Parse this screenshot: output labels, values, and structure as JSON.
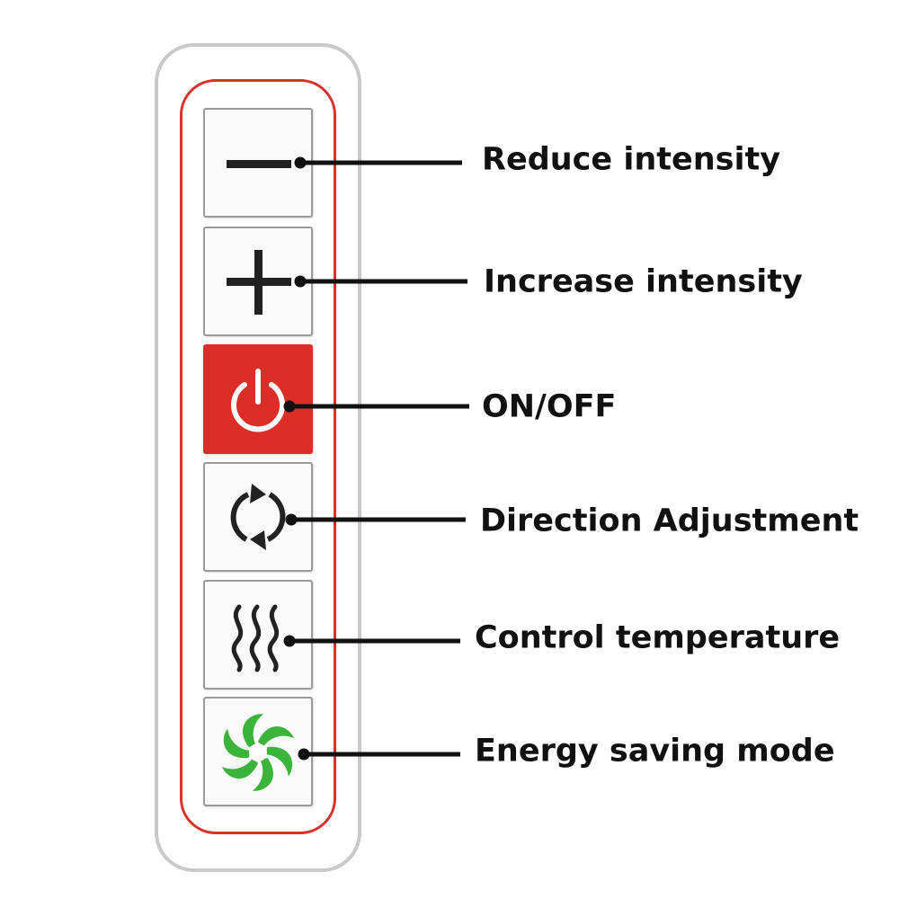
{
  "colors": {
    "power_red": "#dc2e26",
    "outline_red": "#d8322b",
    "frame_gray": "#c9c9c9",
    "eco_green": "#3cb43c",
    "text": "#111111"
  },
  "buttons": [
    {
      "icon": "minus-icon",
      "label": "Reduce intensity"
    },
    {
      "icon": "plus-icon",
      "label": "Increase intensity"
    },
    {
      "icon": "power-icon",
      "label": "ON/OFF"
    },
    {
      "icon": "rotate-arrows-icon",
      "label": "Direction Adjustment"
    },
    {
      "icon": "heat-waves-icon",
      "label": "Control temperature"
    },
    {
      "icon": "eco-leaf-swirl-icon",
      "label": "Energy saving mode"
    }
  ]
}
